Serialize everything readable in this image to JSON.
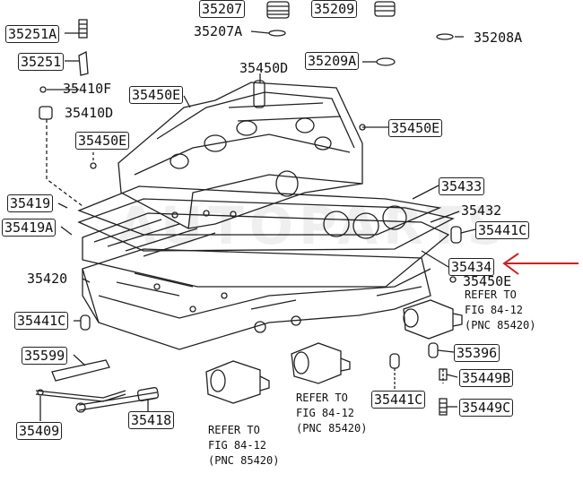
{
  "parts": {
    "p35207": "35207",
    "p35209": "35209",
    "p35251A": "35251A",
    "p35207A": "35207A",
    "p35208A": "35208A",
    "p35251": "35251",
    "p35450D": "35450D",
    "p35209A": "35209A",
    "p35410F": "35410F",
    "p35450E_1": "35450E",
    "p35410D": "35410D",
    "p35450E_2": "35450E",
    "p35450E_3": "35450E",
    "p35433": "35433",
    "p35419": "35419",
    "p35432": "35432",
    "p35419A": "35419A",
    "p35441C_1": "35441C",
    "p35434": "35434",
    "p35420": "35420",
    "p35450E_4": "35450E",
    "p35441C_2": "35441C",
    "p35396": "35396",
    "p35599": "35599",
    "p35449B": "35449B",
    "p35441C_3": "35441C",
    "p35449C": "35449C",
    "p35418": "35418",
    "p35409": "35409"
  },
  "notes": {
    "n1": "REFER TO\nFIG 84-12\n(PNC 85420)",
    "n2": "REFER TO\nFIG 84-12\n(PNC 85420)",
    "n3": "REFER TO\nFIG 84-12\n(PNC 85420)"
  },
  "colors": {
    "line": "#222222",
    "arrow": "#cc2222"
  }
}
